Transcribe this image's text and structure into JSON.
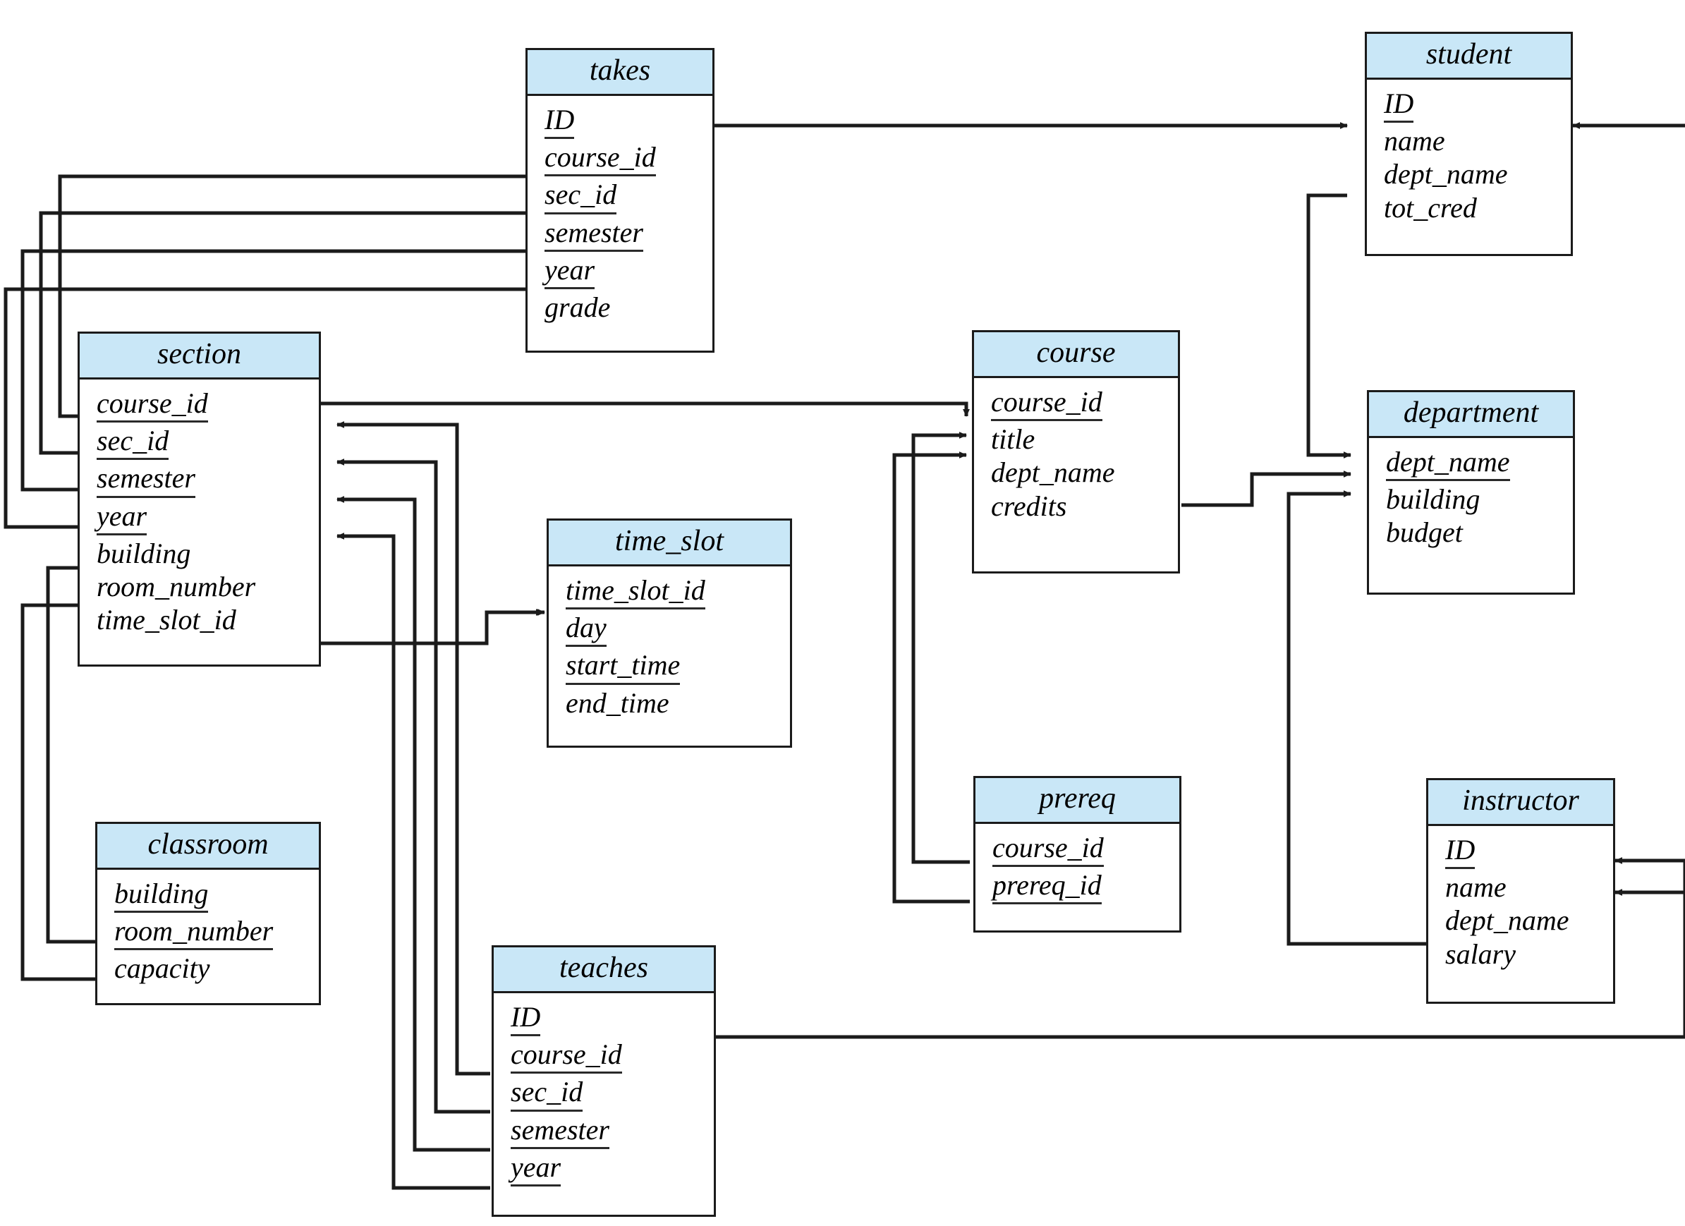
{
  "diagram": {
    "title": "University database schema diagram",
    "notation": "relational schema with primary keys underlined and foreign-key reference arrows",
    "header_color": "#c9e7f7",
    "border_color": "#1b1b1b",
    "line_color": "#1b1b1b"
  },
  "tables": {
    "takes": {
      "name": "takes",
      "attributes": [
        {
          "label": "ID",
          "pk": true
        },
        {
          "label": "course_id",
          "pk": true
        },
        {
          "label": "sec_id",
          "pk": true
        },
        {
          "label": "semester",
          "pk": true
        },
        {
          "label": "year",
          "pk": true
        },
        {
          "label": "grade",
          "pk": false
        }
      ]
    },
    "student": {
      "name": "student",
      "attributes": [
        {
          "label": "ID",
          "pk": true
        },
        {
          "label": "name",
          "pk": false
        },
        {
          "label": "dept_name",
          "pk": false
        },
        {
          "label": "tot_cred",
          "pk": false
        }
      ]
    },
    "section": {
      "name": "section",
      "attributes": [
        {
          "label": "course_id",
          "pk": true
        },
        {
          "label": "sec_id",
          "pk": true
        },
        {
          "label": "semester",
          "pk": true
        },
        {
          "label": "year",
          "pk": true
        },
        {
          "label": "building",
          "pk": false
        },
        {
          "label": "room_number",
          "pk": false
        },
        {
          "label": "time_slot_id",
          "pk": false
        }
      ]
    },
    "course": {
      "name": "course",
      "attributes": [
        {
          "label": "course_id",
          "pk": true
        },
        {
          "label": "title",
          "pk": false
        },
        {
          "label": "dept_name",
          "pk": false
        },
        {
          "label": "credits",
          "pk": false
        }
      ]
    },
    "department": {
      "name": "department",
      "attributes": [
        {
          "label": "dept_name",
          "pk": true
        },
        {
          "label": "building",
          "pk": false
        },
        {
          "label": "budget",
          "pk": false
        }
      ]
    },
    "time_slot": {
      "name": "time_slot",
      "attributes": [
        {
          "label": "time_slot_id",
          "pk": true
        },
        {
          "label": "day",
          "pk": true
        },
        {
          "label": "start_time",
          "pk": true
        },
        {
          "label": "end_time",
          "pk": false
        }
      ]
    },
    "prereq": {
      "name": "prereq",
      "attributes": [
        {
          "label": "course_id",
          "pk": true
        },
        {
          "label": "prereq_id",
          "pk": true
        }
      ]
    },
    "instructor": {
      "name": "instructor",
      "attributes": [
        {
          "label": "ID",
          "pk": true
        },
        {
          "label": "name",
          "pk": false
        },
        {
          "label": "dept_name",
          "pk": false
        },
        {
          "label": "salary",
          "pk": false
        }
      ]
    },
    "classroom": {
      "name": "classroom",
      "attributes": [
        {
          "label": "building",
          "pk": true
        },
        {
          "label": "room_number",
          "pk": true
        },
        {
          "label": "capacity",
          "pk": false
        }
      ]
    },
    "teaches": {
      "name": "teaches",
      "attributes": [
        {
          "label": "ID",
          "pk": true
        },
        {
          "label": "course_id",
          "pk": true
        },
        {
          "label": "sec_id",
          "pk": true
        },
        {
          "label": "semester",
          "pk": true
        },
        {
          "label": "year",
          "pk": true
        }
      ]
    }
  },
  "relationships": [
    {
      "from": "takes.ID",
      "to": "student.ID"
    },
    {
      "from": "takes.course_id",
      "to": "section.course_id"
    },
    {
      "from": "takes.sec_id",
      "to": "section.sec_id"
    },
    {
      "from": "takes.semester",
      "to": "section.semester"
    },
    {
      "from": "takes.year",
      "to": "section.year"
    },
    {
      "from": "section.course_id",
      "to": "course.course_id"
    },
    {
      "from": "section.building",
      "to": "classroom.building"
    },
    {
      "from": "section.room_number",
      "to": "classroom.room_number"
    },
    {
      "from": "section.time_slot_id",
      "to": "time_slot.time_slot_id"
    },
    {
      "from": "course.dept_name",
      "to": "department.dept_name"
    },
    {
      "from": "student.dept_name",
      "to": "department.dept_name"
    },
    {
      "from": "instructor.dept_name",
      "to": "department.dept_name"
    },
    {
      "from": "prereq.course_id",
      "to": "course.course_id"
    },
    {
      "from": "prereq.prereq_id",
      "to": "course.course_id"
    },
    {
      "from": "teaches.ID",
      "to": "instructor.ID"
    },
    {
      "from": "teaches.course_id",
      "to": "section.course_id"
    },
    {
      "from": "teaches.sec_id",
      "to": "section.sec_id"
    },
    {
      "from": "teaches.semester",
      "to": "section.semester"
    },
    {
      "from": "teaches.year",
      "to": "section.year"
    }
  ]
}
